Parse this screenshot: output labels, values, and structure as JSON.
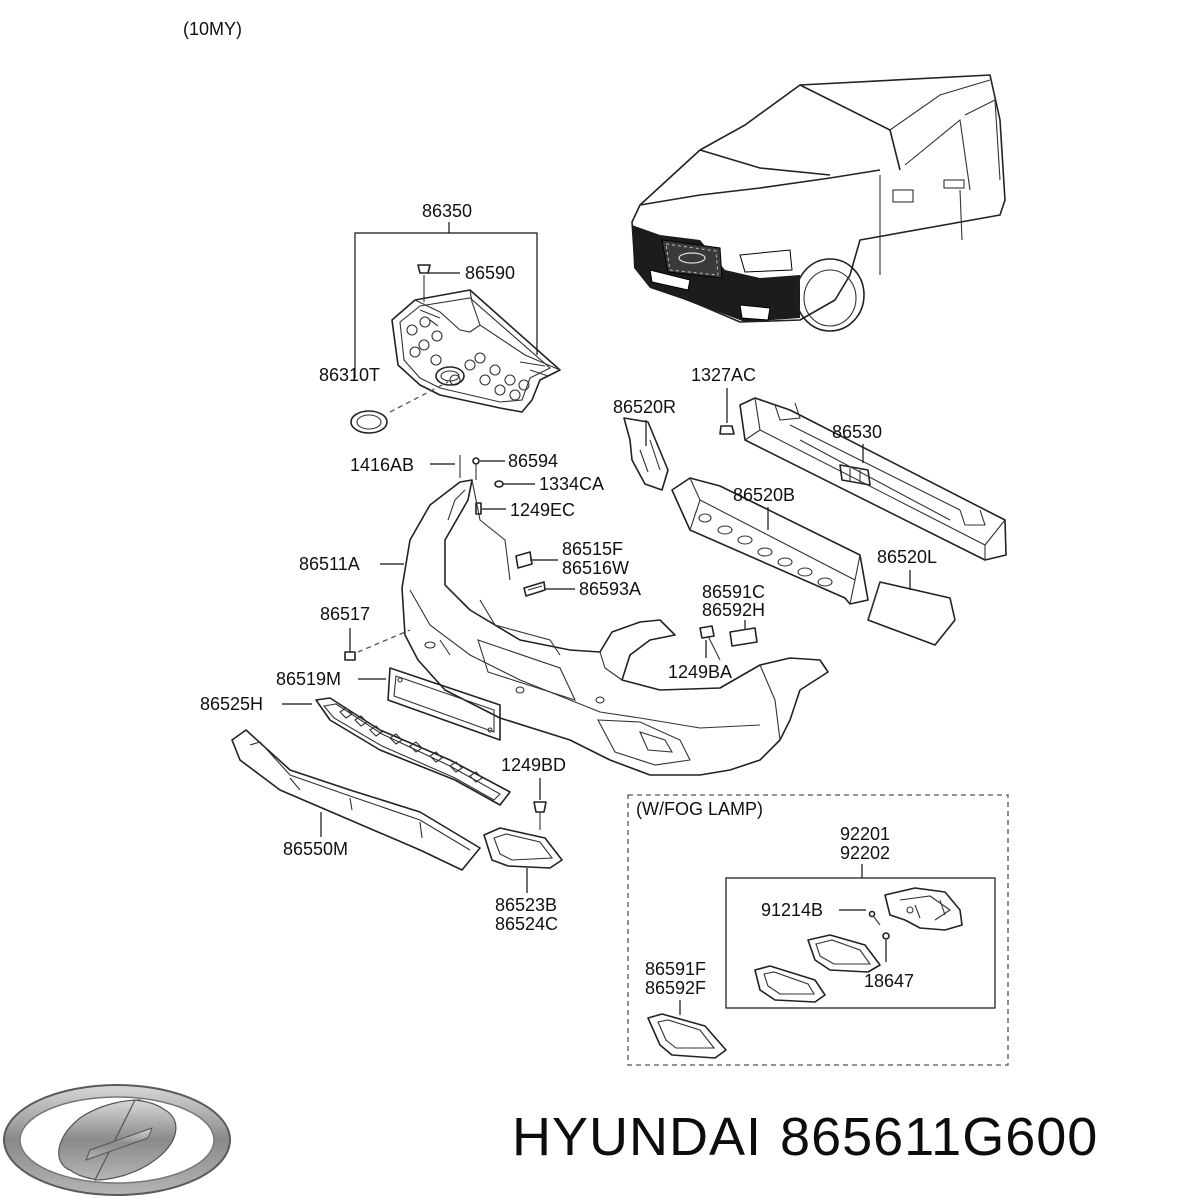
{
  "diagram": {
    "model_year": "(10MY)",
    "fog_lamp_caption": "(W/FOG LAMP)",
    "parts": {
      "p86350": "86350",
      "p86590": "86590",
      "p86310T": "86310T",
      "p1327AC": "1327AC",
      "p86520R": "86520R",
      "p86530": "86530",
      "p1416AB": "1416AB",
      "p86594": "86594",
      "p1334CA": "1334CA",
      "p1249EC": "1249EC",
      "p86520B": "86520B",
      "p86511A": "86511A",
      "p86515F": "86515F",
      "p86516W": "86516W",
      "p86520L": "86520L",
      "p86593A": "86593A",
      "p86591C": "86591C",
      "p86592H": "86592H",
      "p86517": "86517",
      "p1249BA": "1249BA",
      "p86519M": "86519M",
      "p86525H": "86525H",
      "p1249BD": "1249BD",
      "p86550M": "86550M",
      "p86523B": "86523B",
      "p86524C": "86524C",
      "p92201": "92201",
      "p92202": "92202",
      "p91214B": "91214B",
      "p18647": "18647",
      "p86591F": "86591F",
      "p86592F": "86592F"
    }
  },
  "footer": {
    "brand": "HYUNDAI",
    "part_number": "865611G600",
    "logo_icon": "hyundai-logo-icon",
    "logo_color": "#8a8a8a"
  }
}
